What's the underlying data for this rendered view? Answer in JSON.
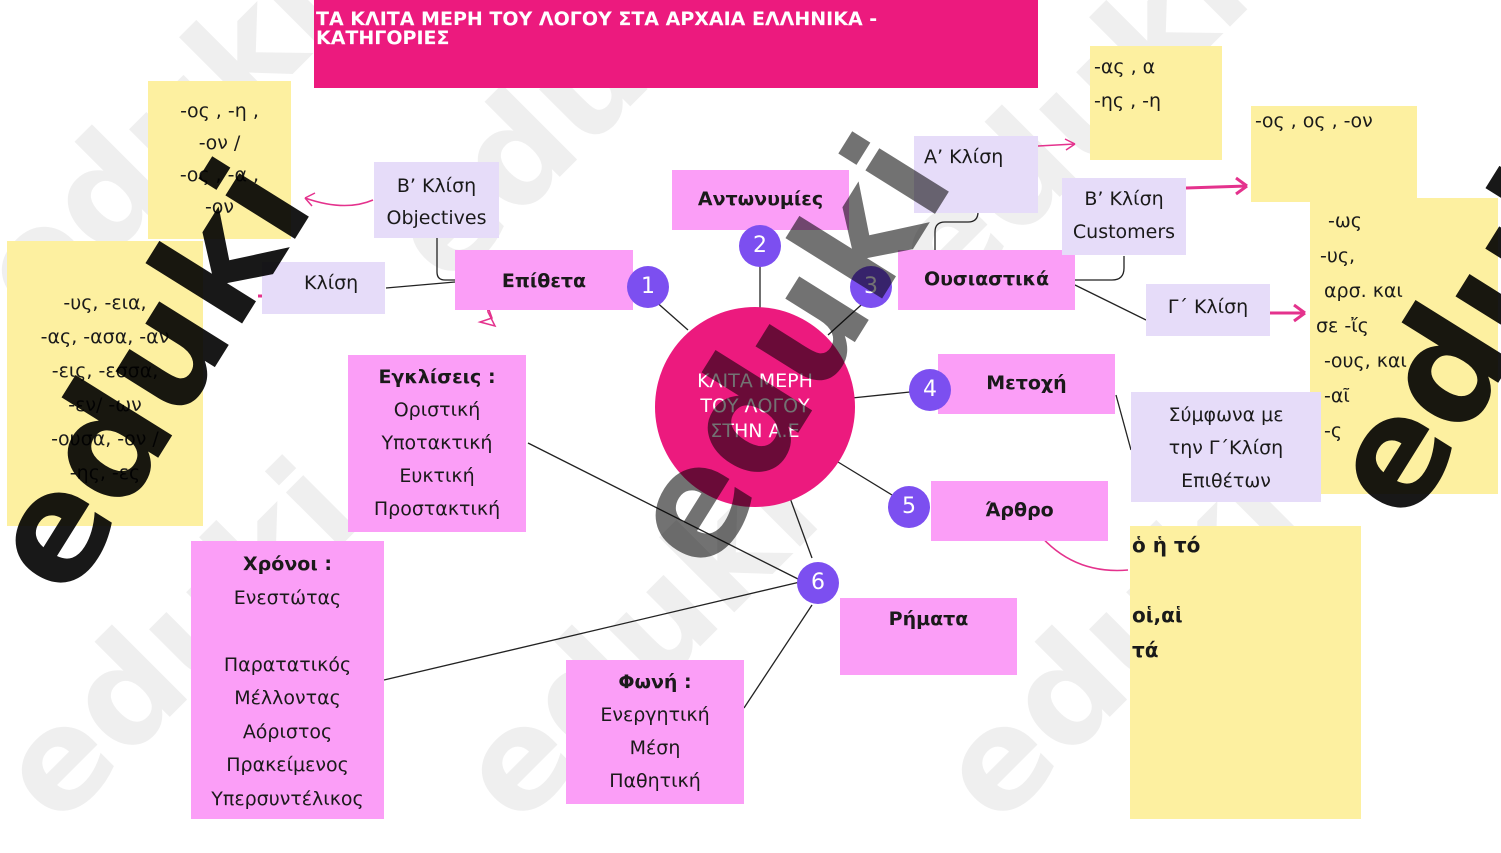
{
  "title": "ΤΑ ΚΛΙΤΑ ΜΕΡΗ ΤΟΥ ΛΟΓΟΥ ΣΤΑ ΑΡΧΑΙΑ ΕΛΛΗΝΙΚΑ - ΚΑΤΗΓΟΡΙΕΣ",
  "center": [
    "ΚΛΙΤΑ ΜΕΡΗ",
    "ΤΟΥ ΛΟΓΟΥ",
    "ΣΤΗΝ Α.Ε"
  ],
  "branches": {
    "epitheta": {
      "num": "1",
      "label": "Επίθετα"
    },
    "antonymies": {
      "num": "2",
      "label": "Αντωνυμίες"
    },
    "ousiastika": {
      "num": "3",
      "label": "Ουσιαστικά"
    },
    "metoxi": {
      "num": "4",
      "label": "Μετοχή"
    },
    "arthro": {
      "num": "5",
      "label": "Άρθρο"
    },
    "rimata": {
      "num": "6",
      "label": "Ρήματα"
    }
  },
  "adj_b_klisi": [
    "Β’ Κλίση",
    "Objectives"
  ],
  "adj_g_klisi": "Κλίση",
  "adj_b_endings": [
    "-ος , -η ,",
    "-ον /",
    "-ος , -α ,",
    "-ον"
  ],
  "adj_g_endings": [
    "-υς, -εια,",
    "-ας, -ασα, -αν",
    "-εις, -εσσα,",
    "-εν/ -ων",
    "-ουσα, -ον /",
    "-ης, -ες"
  ],
  "noun_a_klisi": "Α’  Κλίση",
  "noun_a_endings": [
    "-ας , α",
    "-ης , -η"
  ],
  "noun_b_klisi": [
    "Β’ Κλίση",
    "Customers"
  ],
  "noun_b_endings": "-ος , ος , -ον",
  "noun_g_klisi": "Γ΄ Κλίση",
  "noun_g_endings": [
    "-ως",
    "-υς,",
    "αρσ. και",
    "σε -ἴς",
    "-ους, και",
    "-αῖ",
    "-ς"
  ],
  "metoxi_note": [
    "Σύμφωνα με",
    "την  Γ΄Κλίση",
    "Επιθέτων"
  ],
  "arthro_forms": [
    "ὁ ἡ τό",
    "",
    "οἱ,αἱ",
    "τά"
  ],
  "egkliseis": {
    "title": "Εγκλίσεις :",
    "items": [
      "Οριστική",
      "Υποτακτική",
      "Ευκτική",
      "Προστακτική"
    ]
  },
  "xronoi": {
    "title": "Χρόνοι :",
    "items": [
      "Ενεστώτας",
      "",
      "Παρατατικός",
      "Μέλλοντας",
      "Αόριστος",
      "Πρακείμενος",
      "Υπερσυντέλικος"
    ]
  },
  "foni": {
    "title": "Φωνή :",
    "items": [
      "Ενεργητική",
      "Μέση",
      "Παθητική"
    ]
  },
  "watermark": "eduki"
}
